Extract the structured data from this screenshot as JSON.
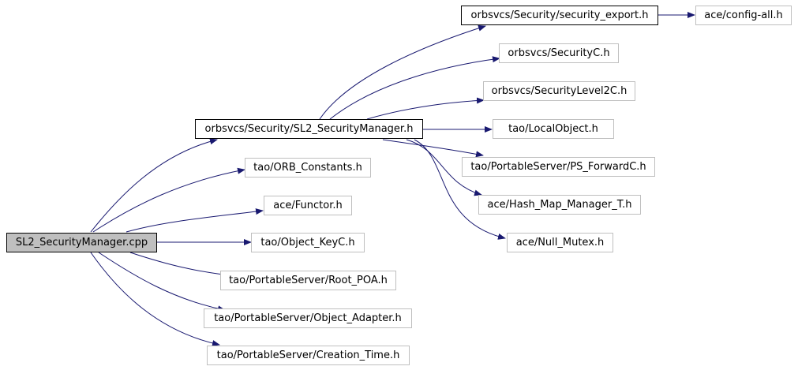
{
  "graph": {
    "colors": {
      "edge": "#191970",
      "root_fill": "#bfbfbf",
      "box_border": "#bfbfbf",
      "box_border_linked": "#000000"
    },
    "nodes": {
      "sl2_cpp": "SL2_SecurityManager.cpp",
      "sl2_h": "orbsvcs/Security/SL2_SecurityManager.h",
      "orb_constants": "tao/ORB_Constants.h",
      "functor": "ace/Functor.h",
      "object_keyc": "tao/Object_KeyC.h",
      "root_poa": "tao/PortableServer/Root_POA.h",
      "object_adapter": "tao/PortableServer/Object_Adapter.h",
      "creation_time": "tao/PortableServer/Creation_Time.h",
      "security_export": "orbsvcs/Security/security_export.h",
      "config_all": "ace/config-all.h",
      "securityc": "orbsvcs/SecurityC.h",
      "securitylevel2c": "orbsvcs/SecurityLevel2C.h",
      "localobject": "tao/LocalObject.h",
      "ps_forwardc": "tao/PortableServer/PS_ForwardC.h",
      "hash_map": "ace/Hash_Map_Manager_T.h",
      "null_mutex": "ace/Null_Mutex.h"
    }
  }
}
